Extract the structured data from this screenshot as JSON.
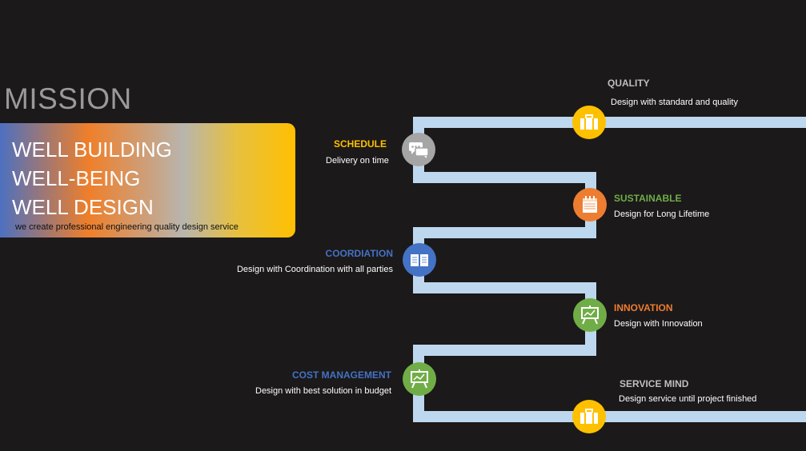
{
  "mission": {
    "title": "MISSION",
    "lines": [
      "WELL BUILDING",
      "WELL-BEING",
      "WELL DESIGN"
    ],
    "subtitle": "we create  professional engineering quality design service"
  },
  "colors": {
    "background": "#1b191a",
    "path": "#bdd7ee",
    "yellow": "#ffc000",
    "gray": "#a5a5a5",
    "orange": "#ed7d31",
    "blue": "#4472c4",
    "green": "#70ad47"
  },
  "steps": [
    {
      "title": "QUALITY",
      "description": "Design with standard and quality",
      "icon": "briefcase-icon",
      "color": "#ffc000",
      "title_color": "#bfbfbf"
    },
    {
      "title": "SCHEDULE",
      "description": "Delivery on time",
      "icon": "chat-bubbles-icon",
      "color": "#a5a5a5",
      "title_color": "#ffc000"
    },
    {
      "title": "SUSTAINABLE",
      "description": "Design for Long Lifetime",
      "icon": "calendar-icon",
      "color": "#ed7d31",
      "title_color": "#70ad47"
    },
    {
      "title": "COORDIATION",
      "description": "Design with Coordination with all parties",
      "icon": "book-icon",
      "color": "#4472c4",
      "title_color": "#4472c4"
    },
    {
      "title": "INNOVATION",
      "description": "Design with Innovation",
      "icon": "presentation-icon",
      "color": "#70ad47",
      "title_color": "#ed7d31"
    },
    {
      "title": "COST  MANAGEMENT",
      "description": "Design with best solution in budget",
      "icon": "presentation-icon",
      "color": "#70ad47",
      "title_color": "#4472c4"
    },
    {
      "title": "SERVICE MIND",
      "description": "Design service until  project finished",
      "icon": "briefcase-icon",
      "color": "#ffc000",
      "title_color": "#bfbfbf"
    }
  ]
}
